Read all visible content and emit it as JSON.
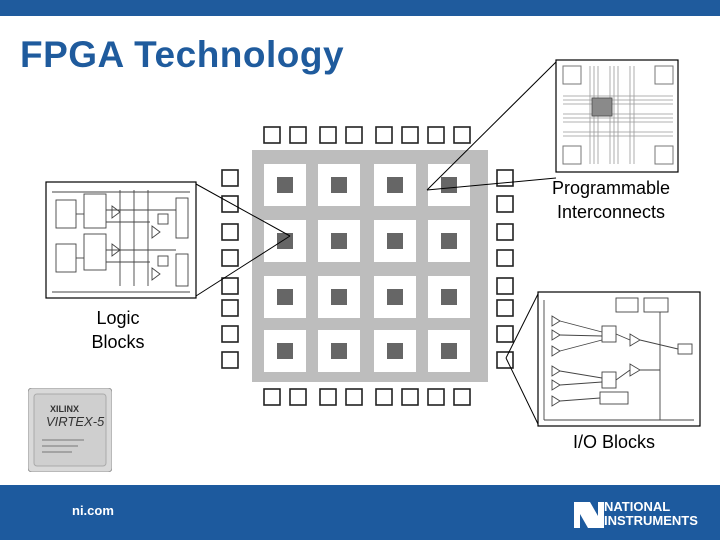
{
  "title": "FPGA Technology",
  "labels": {
    "interconnects": [
      "Programmable",
      "Interconnects"
    ],
    "logic": [
      "Logic",
      "Blocks"
    ],
    "io": "I/O Blocks"
  },
  "chip": {
    "brand": "XILINX",
    "product": "VIRTEX-5"
  },
  "footer": {
    "url": "ni.com",
    "logo_line1": "NATIONAL",
    "logo_line2": "INSTRUMENTS"
  },
  "colors": {
    "brand_blue": "#1f5b9d",
    "grid_gray": "#b9b9b9",
    "block_dark": "#666666"
  }
}
